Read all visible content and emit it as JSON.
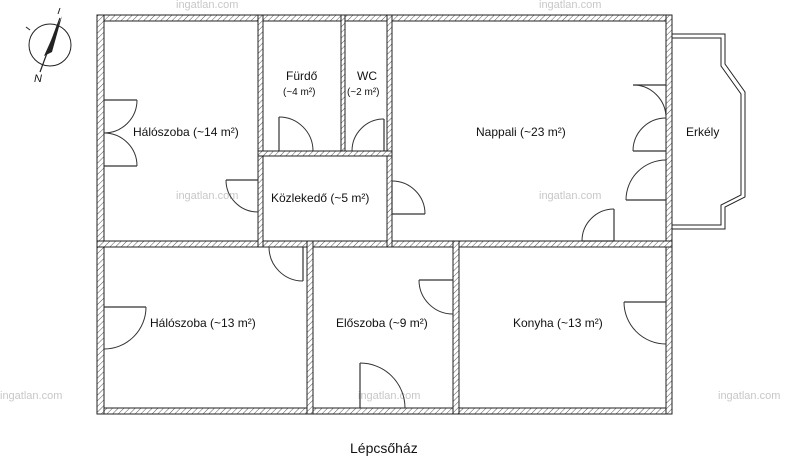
{
  "compass": {
    "label": "N"
  },
  "rooms": {
    "bedroom1": {
      "label": "Hálószoba (~14 m²)"
    },
    "bath": {
      "label": "Fürdő",
      "area": "(~4 m²)"
    },
    "wc": {
      "label": "WC",
      "area": "(~2 m²)"
    },
    "living": {
      "label": "Nappali (~23 m²)"
    },
    "balcony": {
      "label": "Erkély"
    },
    "hallway": {
      "label": "Közlekedő (~5 m²)"
    },
    "bedroom2": {
      "label": "Hálószoba (~13 m²)"
    },
    "entry": {
      "label": "Előszoba (~9 m²)"
    },
    "kitchen": {
      "label": "Konyha (~13 m²)"
    }
  },
  "staircase": {
    "label": "Lépcsőház"
  },
  "watermark": {
    "text": "ingatlan.com"
  }
}
